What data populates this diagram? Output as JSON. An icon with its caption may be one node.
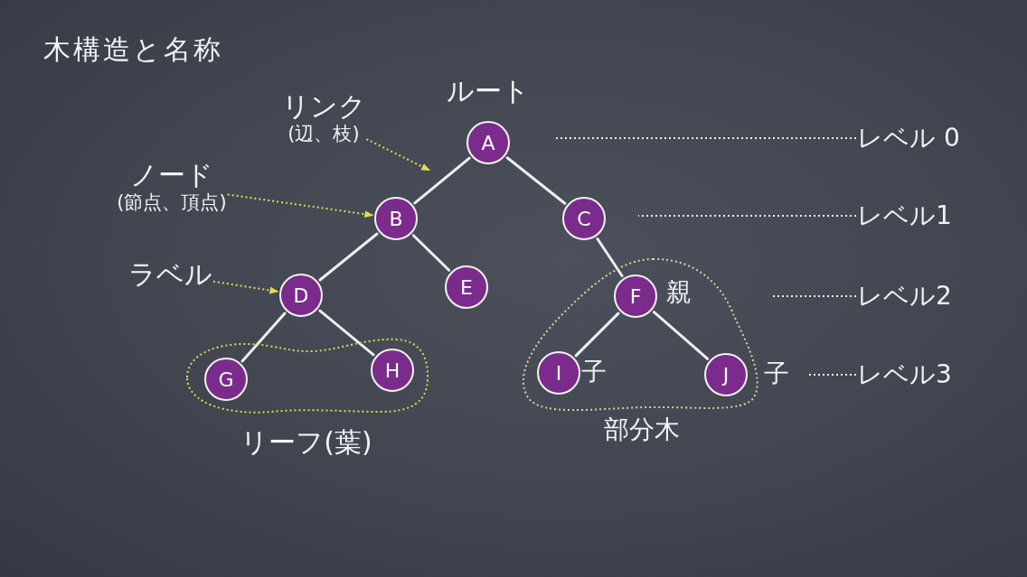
{
  "diagram": {
    "title": "木構造と名称",
    "nodes": [
      {
        "text": [
          "リンク",
          "(辺、枝)"
        ]
      },
      {
        "text": [
          "A"
        ],
        "beside": [
          "ルート"
        ]
      },
      {
        "text": [
          "レベル 0"
        ]
      },
      {
        "text": [
          "ノード",
          "(節点、頂点)"
        ]
      },
      {
        "text": [
          "B"
        ]
      },
      {
        "text": [
          "C"
        ]
      },
      {
        "text": [
          "レベル1"
        ]
      },
      {
        "text": [
          "ラベル"
        ]
      },
      {
        "text": [
          "D"
        ]
      },
      {
        "text": [
          "E"
        ]
      },
      {
        "text": [
          "部分木"
        ]
      },
      {
        "text": [
          "F"
        ],
        "beside": [
          "親"
        ],
        "in": 10
      },
      {
        "text": [
          "レベル2"
        ]
      },
      {
        "text": [
          "リーフ(葉)"
        ]
      },
      {
        "text": [
          "G"
        ],
        "in": 13
      },
      {
        "text": [
          "H"
        ],
        "in": 13
      },
      {
        "text": [
          "I"
        ],
        "beside": [
          "子"
        ],
        "in": 10
      },
      {
        "text": [
          "J"
        ],
        "beside": [
          "子"
        ],
        "in": 10
      },
      {
        "text": [
          "レベル3"
        ]
      }
    ],
    "edges": [
      {
        "from": 0,
        "to": null,
        "arrow": "to",
        "style": "dashed",
        "color": "#e0dc4e"
      },
      {
        "from": 3,
        "to": 4,
        "arrow": "to",
        "style": "dashed",
        "color": "#e0dc4e"
      },
      {
        "from": 7,
        "to": 8,
        "arrow": "to",
        "style": "dashed",
        "color": "#e0dc4e"
      },
      {
        "from": 1,
        "to": 4,
        "arrow": "none"
      },
      {
        "from": 1,
        "to": 5,
        "arrow": "none"
      },
      {
        "from": 4,
        "to": 8,
        "arrow": "none"
      },
      {
        "from": 4,
        "to": 9,
        "arrow": "none"
      },
      {
        "from": 5,
        "to": 11,
        "arrow": "none"
      },
      {
        "from": 8,
        "to": 14,
        "arrow": "none"
      },
      {
        "from": 8,
        "to": 15,
        "arrow": "none"
      },
      {
        "from": 11,
        "to": 16,
        "arrow": "none"
      },
      {
        "from": 11,
        "to": 17,
        "arrow": "none"
      },
      {
        "from": 2,
        "to": null,
        "arrow": "none",
        "style": "dashed"
      },
      {
        "from": 6,
        "to": null,
        "arrow": "none",
        "style": "dashed"
      },
      {
        "from": 12,
        "to": null,
        "arrow": "none",
        "style": "dashed"
      },
      {
        "from": 18,
        "to": null,
        "arrow": "none",
        "style": "dashed"
      }
    ]
  }
}
